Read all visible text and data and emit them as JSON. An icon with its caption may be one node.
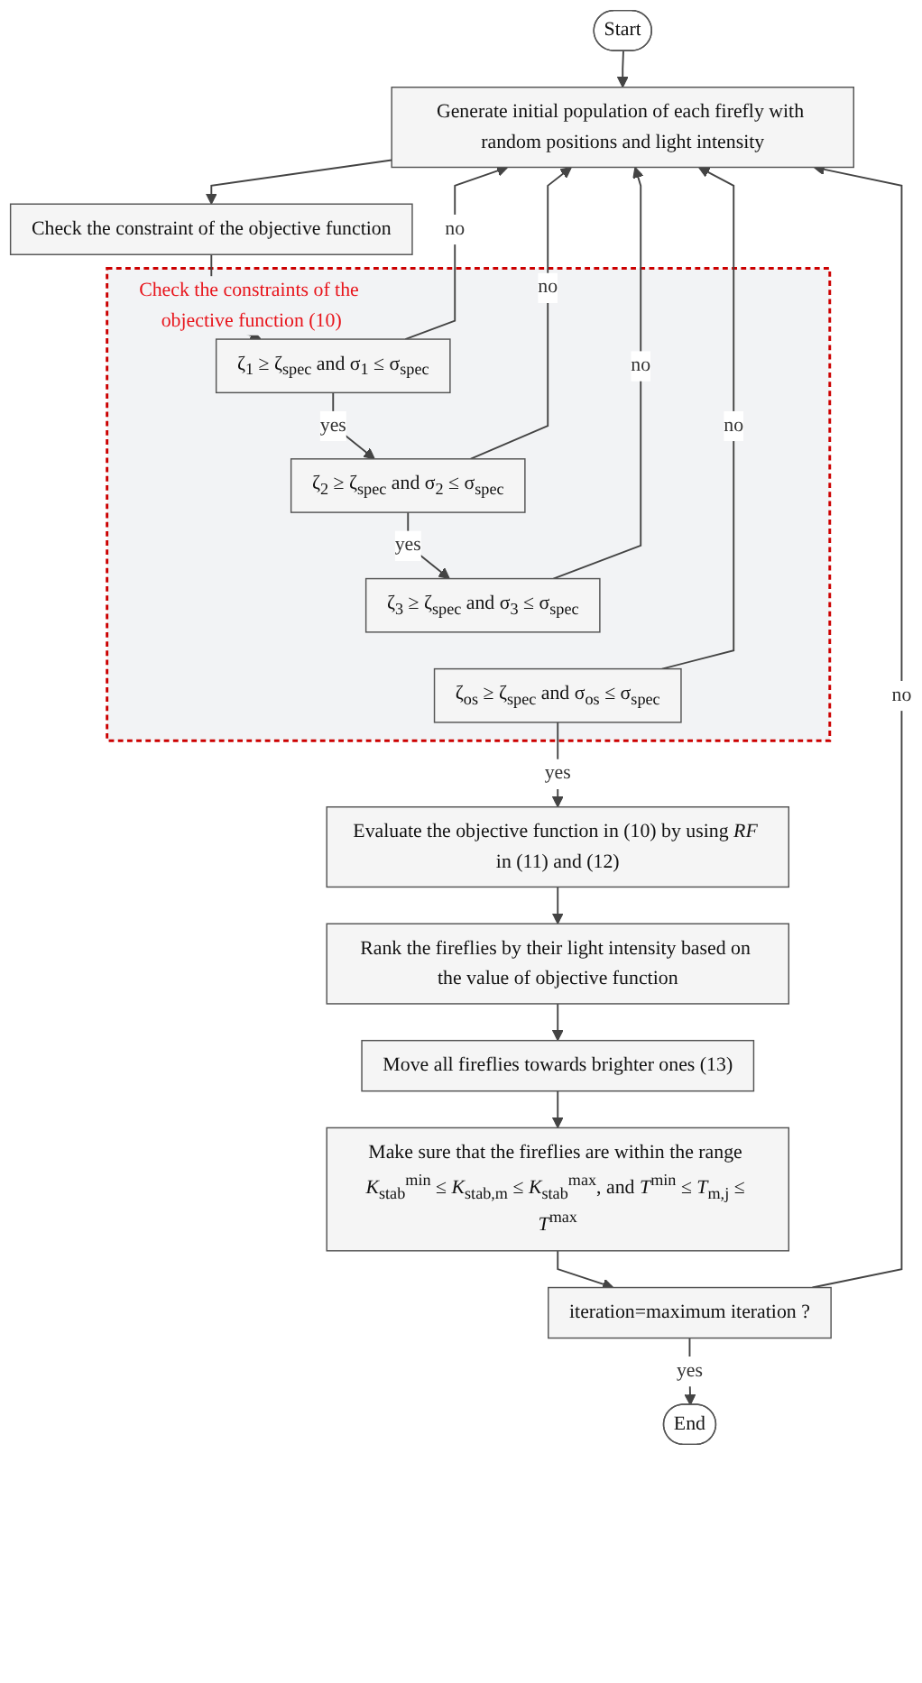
{
  "diagram": {
    "nodes": [
      {
        "text": [
          "Start"
        ]
      },
      {
        "text": [
          "Generate initial population of each firefly with random positions and light intensity"
        ]
      },
      {
        "text": [
          "Check the constraint of the objective function"
        ]
      },
      {
        "text": [
          "Check the constraints of the objective function (10)"
        ]
      },
      {
        "text": [
          "ζ$_{1}$ ≥ ζ$_{spec}$ and σ$_{1}$ ≤ σ$_{spec}$"
        ],
        "in": 3
      },
      {
        "text": [
          "ζ$_{2}$ ≥ ζ$_{spec}$ and σ$_{2}$ ≤ σ$_{spec}$"
        ],
        "in": 3
      },
      {
        "text": [
          "ζ$_{3}$ ≥ ζ$_{spec}$ and σ$_{3}$ ≤ σ$_{spec}$"
        ],
        "in": 3
      },
      {
        "text": [
          "ζ$_{os}$ ≥ ζ$_{spec}$ and σ$_{os}$ ≤ σ$_{spec}$"
        ],
        "in": 3
      },
      {
        "text": [
          "Evaluate the objective function in (10) by using *RF* in (11) and (12)"
        ]
      },
      {
        "text": [
          "Rank the fireflies by their light intensity based on the value of objective function"
        ]
      },
      {
        "text": [
          "Move all fireflies towards brighter ones (13)"
        ]
      },
      {
        "text": [
          "Make sure that the fireflies are within the range *K*$_{stab}$$^{min}$ ≤ *K*$_{stab,m}$ ≤ *K*$_{stab}$$^{max}$, and *T*$^{min}$ ≤ *T*$_{m,j}$ ≤ *T*$^{max}$"
        ]
      },
      {
        "text": [
          "iteration=maximum iteration ?"
        ]
      },
      {
        "text": [
          "End"
        ]
      }
    ],
    "edges": [
      {
        "from": 0,
        "to": 1,
        "arrow": "to"
      },
      {
        "from": 1,
        "to": 2,
        "arrow": "to"
      },
      {
        "from": 2,
        "to": 4,
        "arrow": "to"
      },
      {
        "from": 4,
        "to": 5,
        "label": "yes",
        "arrow": "to"
      },
      {
        "from": 5,
        "to": 6,
        "label": "yes",
        "arrow": "to"
      },
      {
        "from": 4,
        "to": 1,
        "label": "no",
        "arrow": "to"
      },
      {
        "from": 5,
        "to": 1,
        "label": "no",
        "arrow": "to"
      },
      {
        "from": 6,
        "to": 1,
        "label": "no",
        "arrow": "to"
      },
      {
        "from": 7,
        "to": 1,
        "label": "no",
        "arrow": "to"
      },
      {
        "from": 7,
        "to": 8,
        "label": "yes",
        "arrow": "to"
      },
      {
        "from": 8,
        "to": 9,
        "arrow": "to"
      },
      {
        "from": 9,
        "to": 10,
        "arrow": "to"
      },
      {
        "from": 10,
        "to": 11,
        "arrow": "to"
      },
      {
        "from": 11,
        "to": 12,
        "arrow": "to"
      },
      {
        "from": 12,
        "to": 1,
        "label": "no",
        "arrow": "to"
      },
      {
        "from": 12,
        "to": 13,
        "label": "yes",
        "arrow": "to"
      }
    ]
  }
}
